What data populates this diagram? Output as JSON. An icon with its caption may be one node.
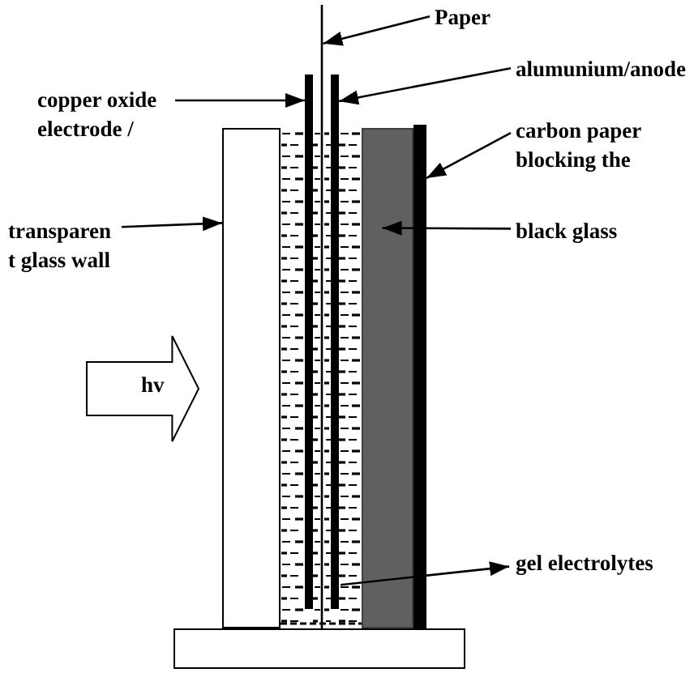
{
  "diagram": {
    "nodes": [
      {
        "text": [
          "Paper"
        ]
      },
      {
        "text": [],
        "shape": "line"
      },
      {
        "text": [
          "alumunium/anode"
        ]
      },
      {
        "text": [
          "copper oxide electrode /"
        ]
      },
      {
        "text": [],
        "shape": "bar"
      },
      {
        "text": [],
        "shape": "bar"
      },
      {
        "text": [
          "carbon paper blocking the"
        ]
      },
      {
        "text": [],
        "shape": "box"
      },
      {
        "text": [],
        "shape": "box"
      },
      {
        "text": [],
        "shape": "box"
      },
      {
        "text": [],
        "shape": "bar"
      },
      {
        "text": [
          "transparen t glass wall"
        ]
      },
      {
        "text": [
          "black glass"
        ]
      },
      {
        "text": [
          "hv"
        ]
      },
      {
        "text": [
          "gel electrolytes"
        ]
      },
      {
        "text": [],
        "shape": "box"
      }
    ],
    "edges": [
      {
        "from": 0,
        "to": 1,
        "arrow": "to"
      },
      {
        "from": 2,
        "to": 5,
        "arrow": "to"
      },
      {
        "from": 3,
        "to": 4,
        "arrow": "to"
      },
      {
        "from": 6,
        "to": 10,
        "arrow": "to"
      },
      {
        "from": 11,
        "to": 7,
        "arrow": "to"
      },
      {
        "from": 12,
        "to": 9,
        "arrow": "to"
      },
      {
        "from": 8,
        "to": 14,
        "arrow": "to"
      }
    ]
  }
}
